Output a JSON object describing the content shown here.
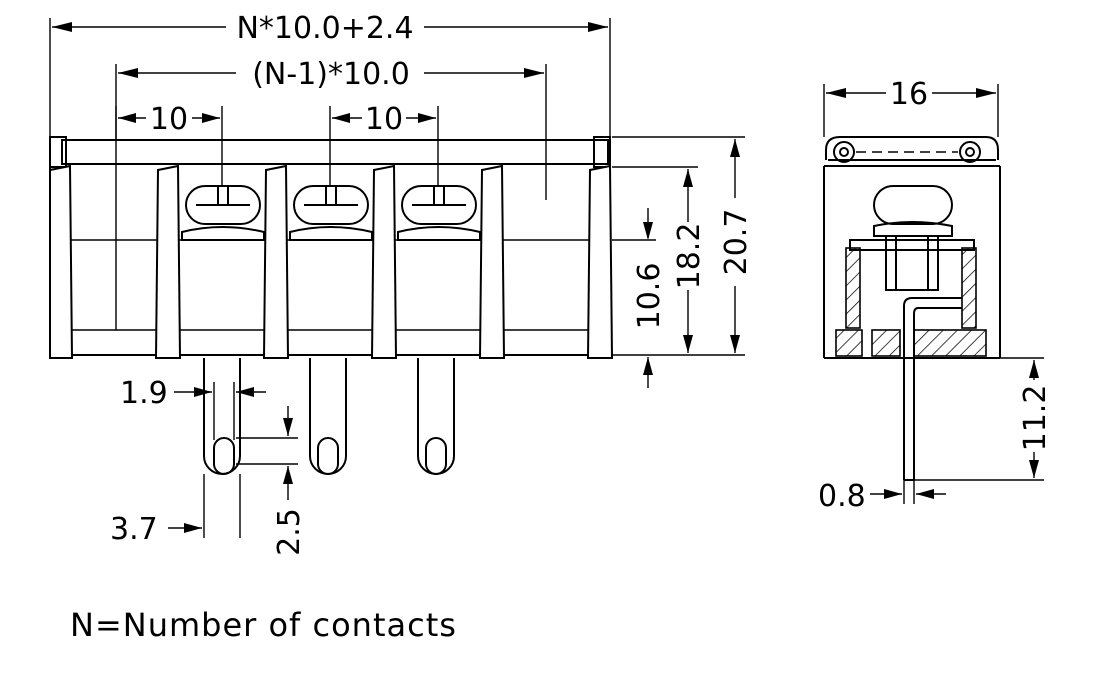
{
  "dimensions": {
    "overall_length": "N*10.0+2.4",
    "pitch_span": "(N-1)*10.0",
    "pitch_left": "10",
    "pitch_right": "10",
    "height_screw_center": "10.6",
    "height_body": "18.2",
    "height_total": "20.7",
    "pin_width": "1.9",
    "pin_outer": "3.7",
    "hole_dia": "2.5",
    "side_width": "16",
    "pin_length": "11.2",
    "pin_thickness": "0.8"
  },
  "note": "N=Number of contacts",
  "colors": {
    "line": "#000000",
    "background": "#ffffff"
  }
}
